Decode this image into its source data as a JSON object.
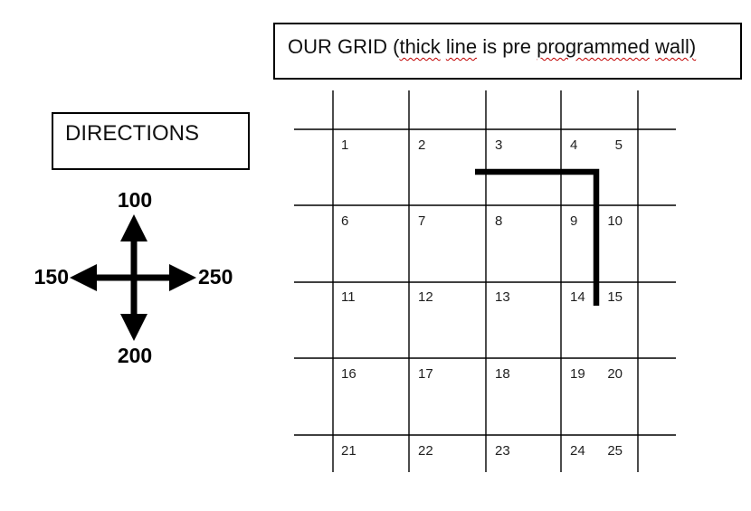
{
  "title": {
    "full_text": "OUR GRID (thick line is pre programmed wall)",
    "segments": [
      {
        "text": "OUR GRID (",
        "misspelled": false
      },
      {
        "text": "thick",
        "misspelled": true
      },
      {
        "text": " ",
        "misspelled": false
      },
      {
        "text": "line",
        "misspelled": true
      },
      {
        "text": " is pre ",
        "misspelled": false
      },
      {
        "text": "programmed",
        "misspelled": true
      },
      {
        "text": " ",
        "misspelled": false
      },
      {
        "text": "wall)",
        "misspelled": true
      }
    ]
  },
  "directions": {
    "label": "DIRECTIONS"
  },
  "compass": {
    "up_label": "100",
    "left_label": "150",
    "right_label": "250",
    "down_label": "200"
  },
  "grid": {
    "rows": [
      [
        "1",
        "2",
        "3",
        "4",
        "5"
      ],
      [
        "6",
        "7",
        "8",
        "9",
        "10"
      ],
      [
        "11",
        "12",
        "13",
        "14",
        "15"
      ],
      [
        "16",
        "17",
        "18",
        "19",
        "20"
      ],
      [
        "21",
        "22",
        "23",
        "24",
        "25"
      ]
    ]
  },
  "colors": {
    "ink": "#000000",
    "spellcheck_underline": "#c00000",
    "background": "#ffffff"
  }
}
